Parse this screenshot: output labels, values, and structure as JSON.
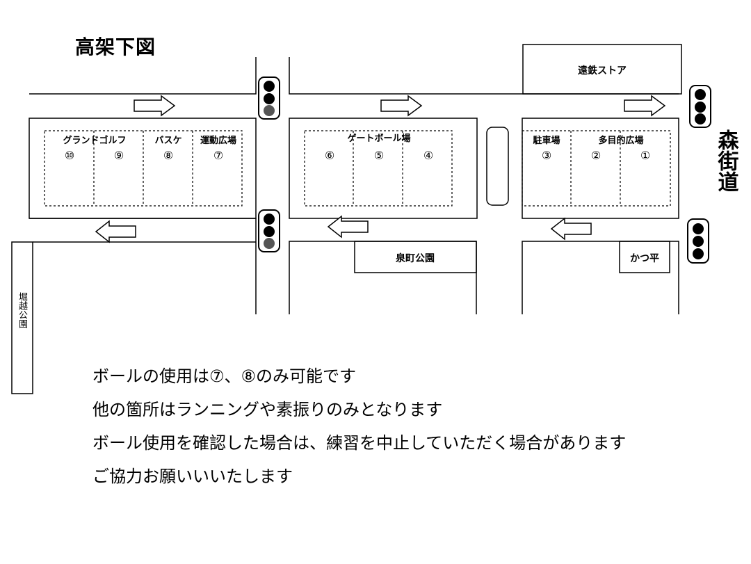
{
  "title": "高架下図",
  "road_name": "森街道",
  "buildings": {
    "entetsu_store": "遠鉄ストア",
    "izumicho_park": "泉町公園",
    "katsuhei": "かつ平",
    "horikoshi_park": "堀越公園"
  },
  "zones": {
    "ground_golf": "グランドゴルフ",
    "basketball": "バスケ",
    "exercise_plaza": "運動広場",
    "gateball": "ゲートボール場",
    "parking": "駐車場",
    "multipurpose": "多目的広場"
  },
  "courts": [
    "⑩",
    "⑨",
    "⑧",
    "⑦",
    "⑥",
    "⑤",
    "④",
    "③",
    "②",
    "①"
  ],
  "notes": [
    "ボールの使用は⑦、⑧のみ可能です",
    "他の箇所はランニングや素振りのみとなります",
    "ボール使用を確認した場合は、練習を中止していただく場合があります",
    "ご協力お願いいいたします"
  ]
}
